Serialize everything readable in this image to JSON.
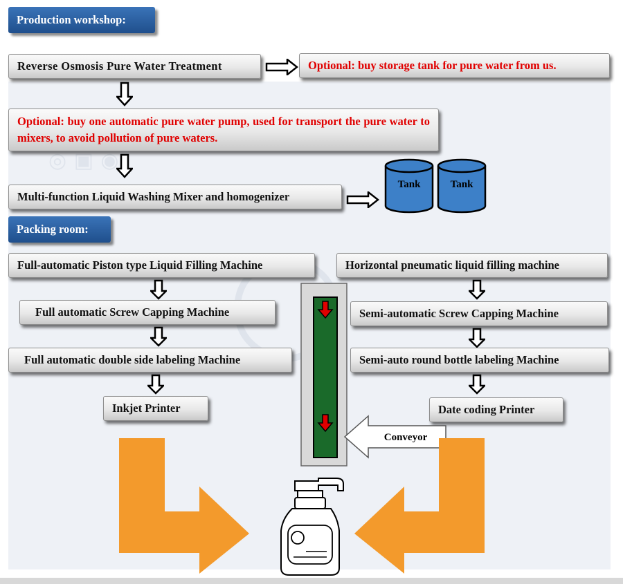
{
  "sections": {
    "production": "Production workshop:",
    "packing": "Packing room:"
  },
  "production": {
    "ro_treatment": "Reverse Osmosis Pure Water Treatment",
    "optional_tank": "Optional: buy storage tank for pure water from us.",
    "optional_pump": "Optional: buy one automatic pure water pump, used for transport the pure water to mixers, to avoid pollution of pure waters.",
    "mixer": "Multi-function Liquid Washing Mixer and homogenizer",
    "tank_1": "Tank",
    "tank_2": "Tank"
  },
  "packing_left": {
    "filling": "Full-automatic Piston type Liquid Filling Machine",
    "capping": "Full automatic Screw Capping Machine",
    "labeling": "Full automatic double side labeling Machine",
    "printer": "Inkjet Printer"
  },
  "packing_right": {
    "filling": "Horizontal pneumatic liquid filling machine",
    "capping": "Semi-automatic Screw Capping Machine",
    "labeling": "Semi-auto round bottle labeling Machine",
    "printer": "Date coding Printer"
  },
  "conveyor": {
    "label": "Conveyor"
  },
  "colors": {
    "section_blue": "#2a5fa3",
    "tank_blue": "#3d80c8",
    "conveyor_green": "#1a6a2a",
    "flow_orange": "#f39a2c",
    "optional_red": "#e00000"
  }
}
